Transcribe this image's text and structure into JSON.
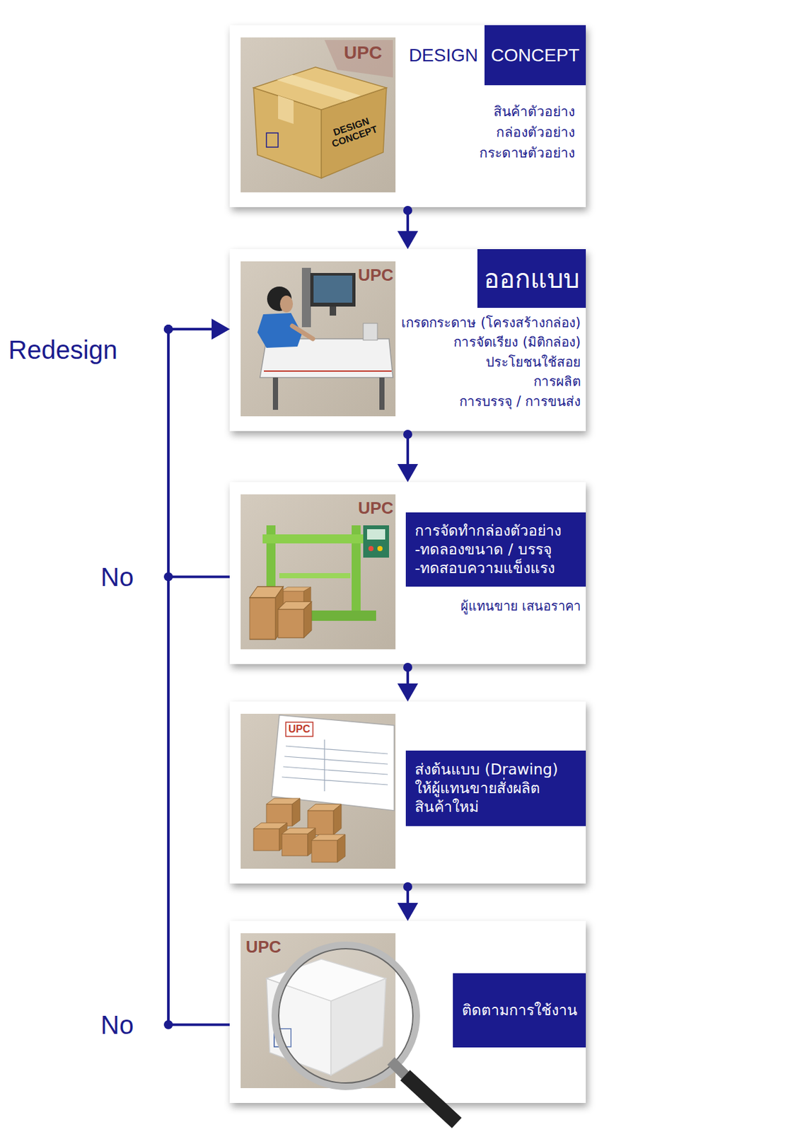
{
  "diagram": {
    "nodes": [
      {
        "text": [
          "DESIGN",
          "CONCEPT",
          "สินค้าตัวอย่าง",
          "กล่องตัวอย่าง",
          "กระดาษตัวอย่าง"
        ]
      },
      {
        "text": [
          "ออกแบบ",
          "เกรดกระดาษ (โครงสร้างกล่อง)",
          "การจัดเรียง (มิติกล่อง)",
          "ประโยชนใช้สอย",
          "การผลิต",
          "การบรรจุ / การขนส่ง"
        ]
      },
      {
        "text": [
          "การจัดทำกล่องตัวอย่าง",
          "-ทดลองขนาด / บรรจุ",
          "-ทดสอบความแข็งแรง",
          "ผู้แทนขาย เสนอราคา"
        ]
      },
      {
        "text": [
          "ส่งต้นแบบ (Drawing) ให้ผู้แทนขายสั่งผลิต สินค้าใหม่"
        ]
      },
      {
        "text": [
          "ติดตามการใช้งาน"
        ]
      }
    ],
    "edges": [
      {
        "from": 0,
        "to": 1,
        "arrow": "to"
      },
      {
        "from": 1,
        "to": 2,
        "arrow": "to"
      },
      {
        "from": 2,
        "to": 3,
        "arrow": "to"
      },
      {
        "from": 3,
        "to": 4,
        "arrow": "to"
      },
      {
        "from": 2,
        "to": 1,
        "label": "No",
        "arrow": "to"
      },
      {
        "from": 4,
        "to": 1,
        "label": "No",
        "arrow": "to"
      }
    ],
    "labels": [
      "Redesign",
      "DESIGN CONCEPT",
      "UPC",
      "UPC",
      "UPC",
      "UPC",
      "UPC"
    ]
  }
}
